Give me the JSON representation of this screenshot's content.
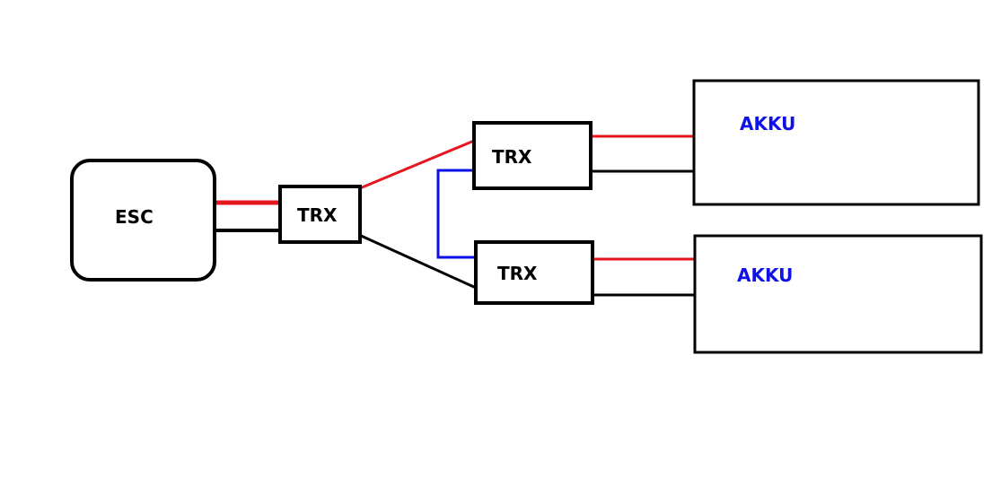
{
  "diagram": {
    "title": "",
    "colors": {
      "outline": "#000000",
      "positive_wire": "#e5161e",
      "negative_wire": "#000000",
      "signal_wire": "#0a10e6",
      "battery_label": "#1010e8",
      "label": "#000000"
    },
    "nodes": [
      {
        "id": "esc",
        "label": "ESC",
        "kind": "controller"
      },
      {
        "id": "trx_main",
        "label": "TRX",
        "kind": "connector"
      },
      {
        "id": "trx_top",
        "label": "TRX",
        "kind": "connector"
      },
      {
        "id": "trx_bottom",
        "label": "TRX",
        "kind": "connector"
      },
      {
        "id": "akku_top",
        "label": "AKKU",
        "kind": "battery"
      },
      {
        "id": "akku_bottom",
        "label": "AKKU",
        "kind": "battery"
      }
    ],
    "edges": [
      {
        "from": "esc",
        "to": "trx_main",
        "type": "positive"
      },
      {
        "from": "esc",
        "to": "trx_main",
        "type": "negative"
      },
      {
        "from": "trx_main",
        "to": "trx_top",
        "type": "positive"
      },
      {
        "from": "trx_main",
        "to": "trx_bottom",
        "type": "negative"
      },
      {
        "from": "trx_top",
        "to": "trx_bottom",
        "type": "signal"
      },
      {
        "from": "trx_top",
        "to": "akku_top",
        "type": "positive"
      },
      {
        "from": "trx_top",
        "to": "akku_top",
        "type": "negative"
      },
      {
        "from": "trx_bottom",
        "to": "akku_bottom",
        "type": "positive"
      },
      {
        "from": "trx_bottom",
        "to": "akku_bottom",
        "type": "negative"
      }
    ]
  }
}
